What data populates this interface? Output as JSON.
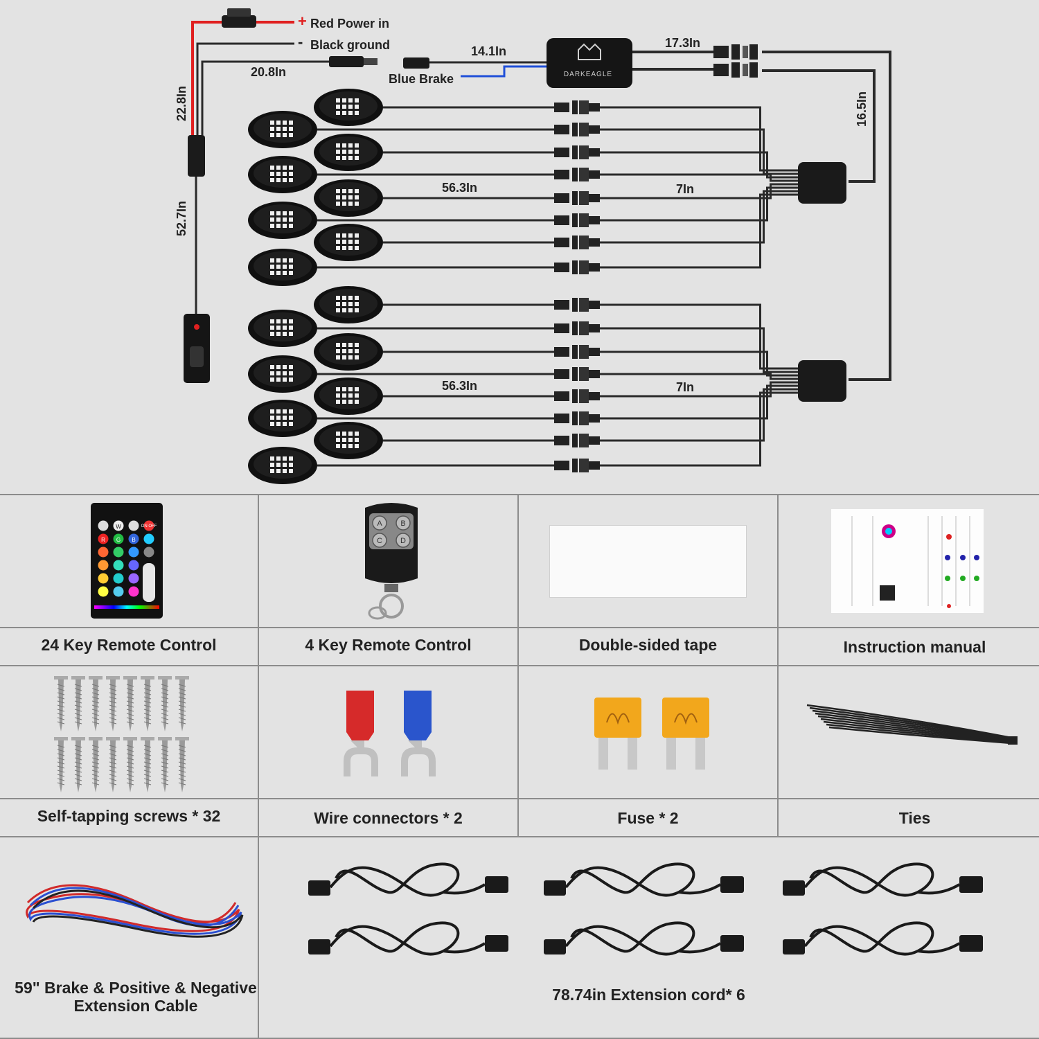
{
  "diagram": {
    "labels": {
      "red_power": "Red Power in",
      "black_ground": "Black ground",
      "blue_brake": "Blue Brake",
      "brand": "DARKEAGLE",
      "plus": "+",
      "minus": "-",
      "len_20_8": "20.8In",
      "len_14_1": "14.1In",
      "len_17_3": "17.3In",
      "len_16_5": "16.5In",
      "len_22_8": "22.8In",
      "len_52_7": "52.7In",
      "len_56_3_top": "56.3In",
      "len_7_top": "7In",
      "len_56_3_bottom": "56.3In",
      "len_7_bottom": "7In"
    },
    "colors": {
      "red_wire": "#e02020",
      "blue_wire": "#1f4fd8",
      "black_wire": "#2a2a2a",
      "background": "#e3e3e3",
      "pod": "#111111"
    }
  },
  "accessories": {
    "row1": [
      {
        "caption": "24 Key Remote Control",
        "icon": "remote-24-key-icon"
      },
      {
        "caption": "4 Key Remote Control",
        "icon": "keyfob-remote-icon"
      },
      {
        "caption": "Double-sided tape",
        "icon": "tape-icon"
      },
      {
        "caption": "Instruction manual",
        "icon": "manual-icon"
      }
    ],
    "row2": [
      {
        "caption": "Self-tapping screws * 32",
        "icon": "screw-icon"
      },
      {
        "caption": "Wire connectors * 2",
        "icon": "spade-connector-icon"
      },
      {
        "caption": "Fuse * 2",
        "icon": "fuse-icon"
      },
      {
        "caption": "Ties",
        "icon": "cable-tie-icon"
      }
    ],
    "row3": [
      {
        "caption": "59\" Brake & Positive & Negative Extension Cable",
        "icon": "extension-cable-icon"
      },
      {
        "caption": "78.74in Extension cord* 6",
        "icon": "extension-cord-icon"
      }
    ],
    "remote_keys": {
      "w": "W",
      "r": "R",
      "g": "G",
      "b": "B",
      "on_off": "ON OFF"
    },
    "fob_keys": [
      "A",
      "B",
      "C",
      "D"
    ]
  }
}
